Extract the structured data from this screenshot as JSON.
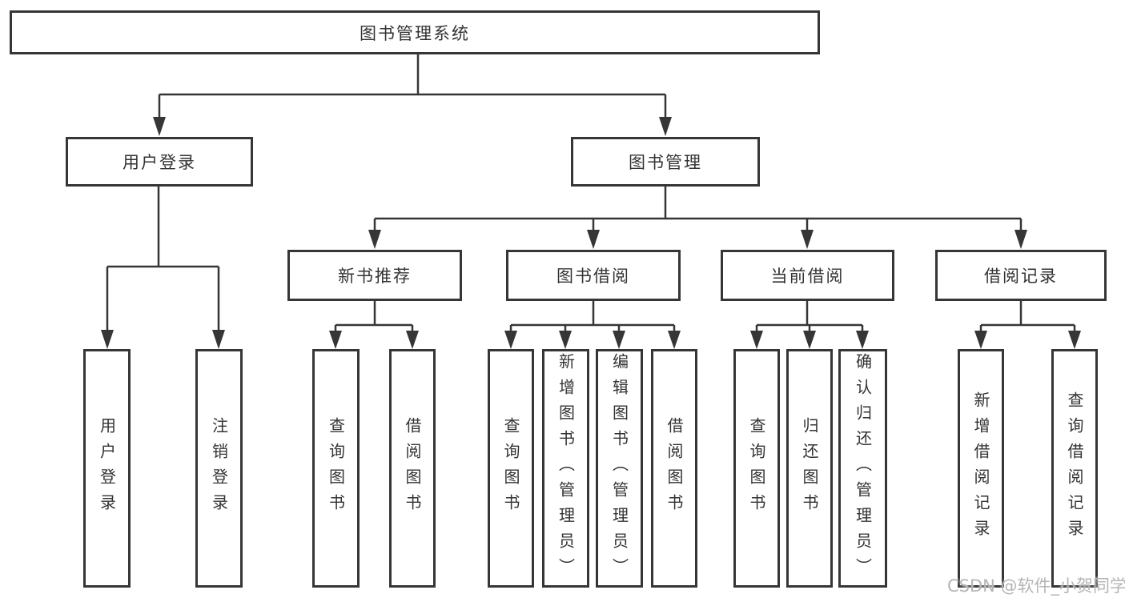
{
  "diagram": {
    "root": {
      "label": "图书管理系统"
    },
    "branches": [
      {
        "label": "用户登录",
        "children": [
          {
            "label": "用户登录"
          },
          {
            "label": "注销登录"
          }
        ]
      },
      {
        "label": "图书管理",
        "children": [
          {
            "label": "新书推荐",
            "children": [
              {
                "label": "查询图书"
              },
              {
                "label": "借阅图书"
              }
            ]
          },
          {
            "label": "图书借阅",
            "children": [
              {
                "label": "查询图书"
              },
              {
                "label": "新增图书（管理员）"
              },
              {
                "label": "编辑图书（管理员）"
              },
              {
                "label": "借阅图书"
              }
            ]
          },
          {
            "label": "当前借阅",
            "children": [
              {
                "label": "查询图书"
              },
              {
                "label": "归还图书"
              },
              {
                "label": "确认归还（管理员）"
              }
            ]
          },
          {
            "label": "借阅记录",
            "children": [
              {
                "label": "新增借阅记录"
              },
              {
                "label": "查询借阅记录"
              }
            ]
          }
        ]
      }
    ]
  },
  "watermark": {
    "text": "CSDN @软件_小贺同学"
  },
  "colors": {
    "line": "#363636",
    "text": "#333333",
    "background": "#ffffff",
    "watermark": "#b5b5b5"
  }
}
